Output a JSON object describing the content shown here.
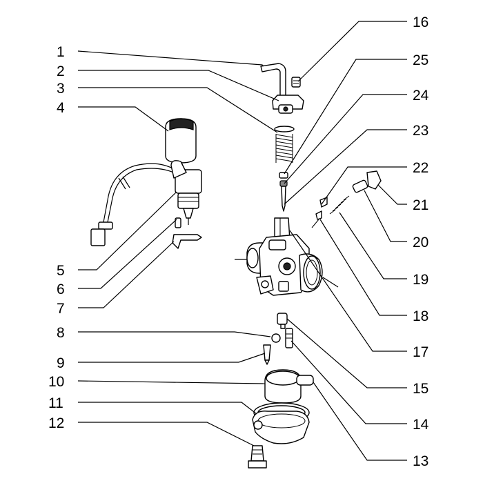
{
  "diagram": {
    "callouts_left": [
      "1",
      "2",
      "3",
      "4",
      "5",
      "6",
      "7",
      "8",
      "9",
      "10",
      "11",
      "12"
    ],
    "callouts_right": [
      "16",
      "25",
      "24",
      "23",
      "22",
      "21",
      "20",
      "19",
      "18",
      "17",
      "15",
      "14",
      "13"
    ]
  }
}
